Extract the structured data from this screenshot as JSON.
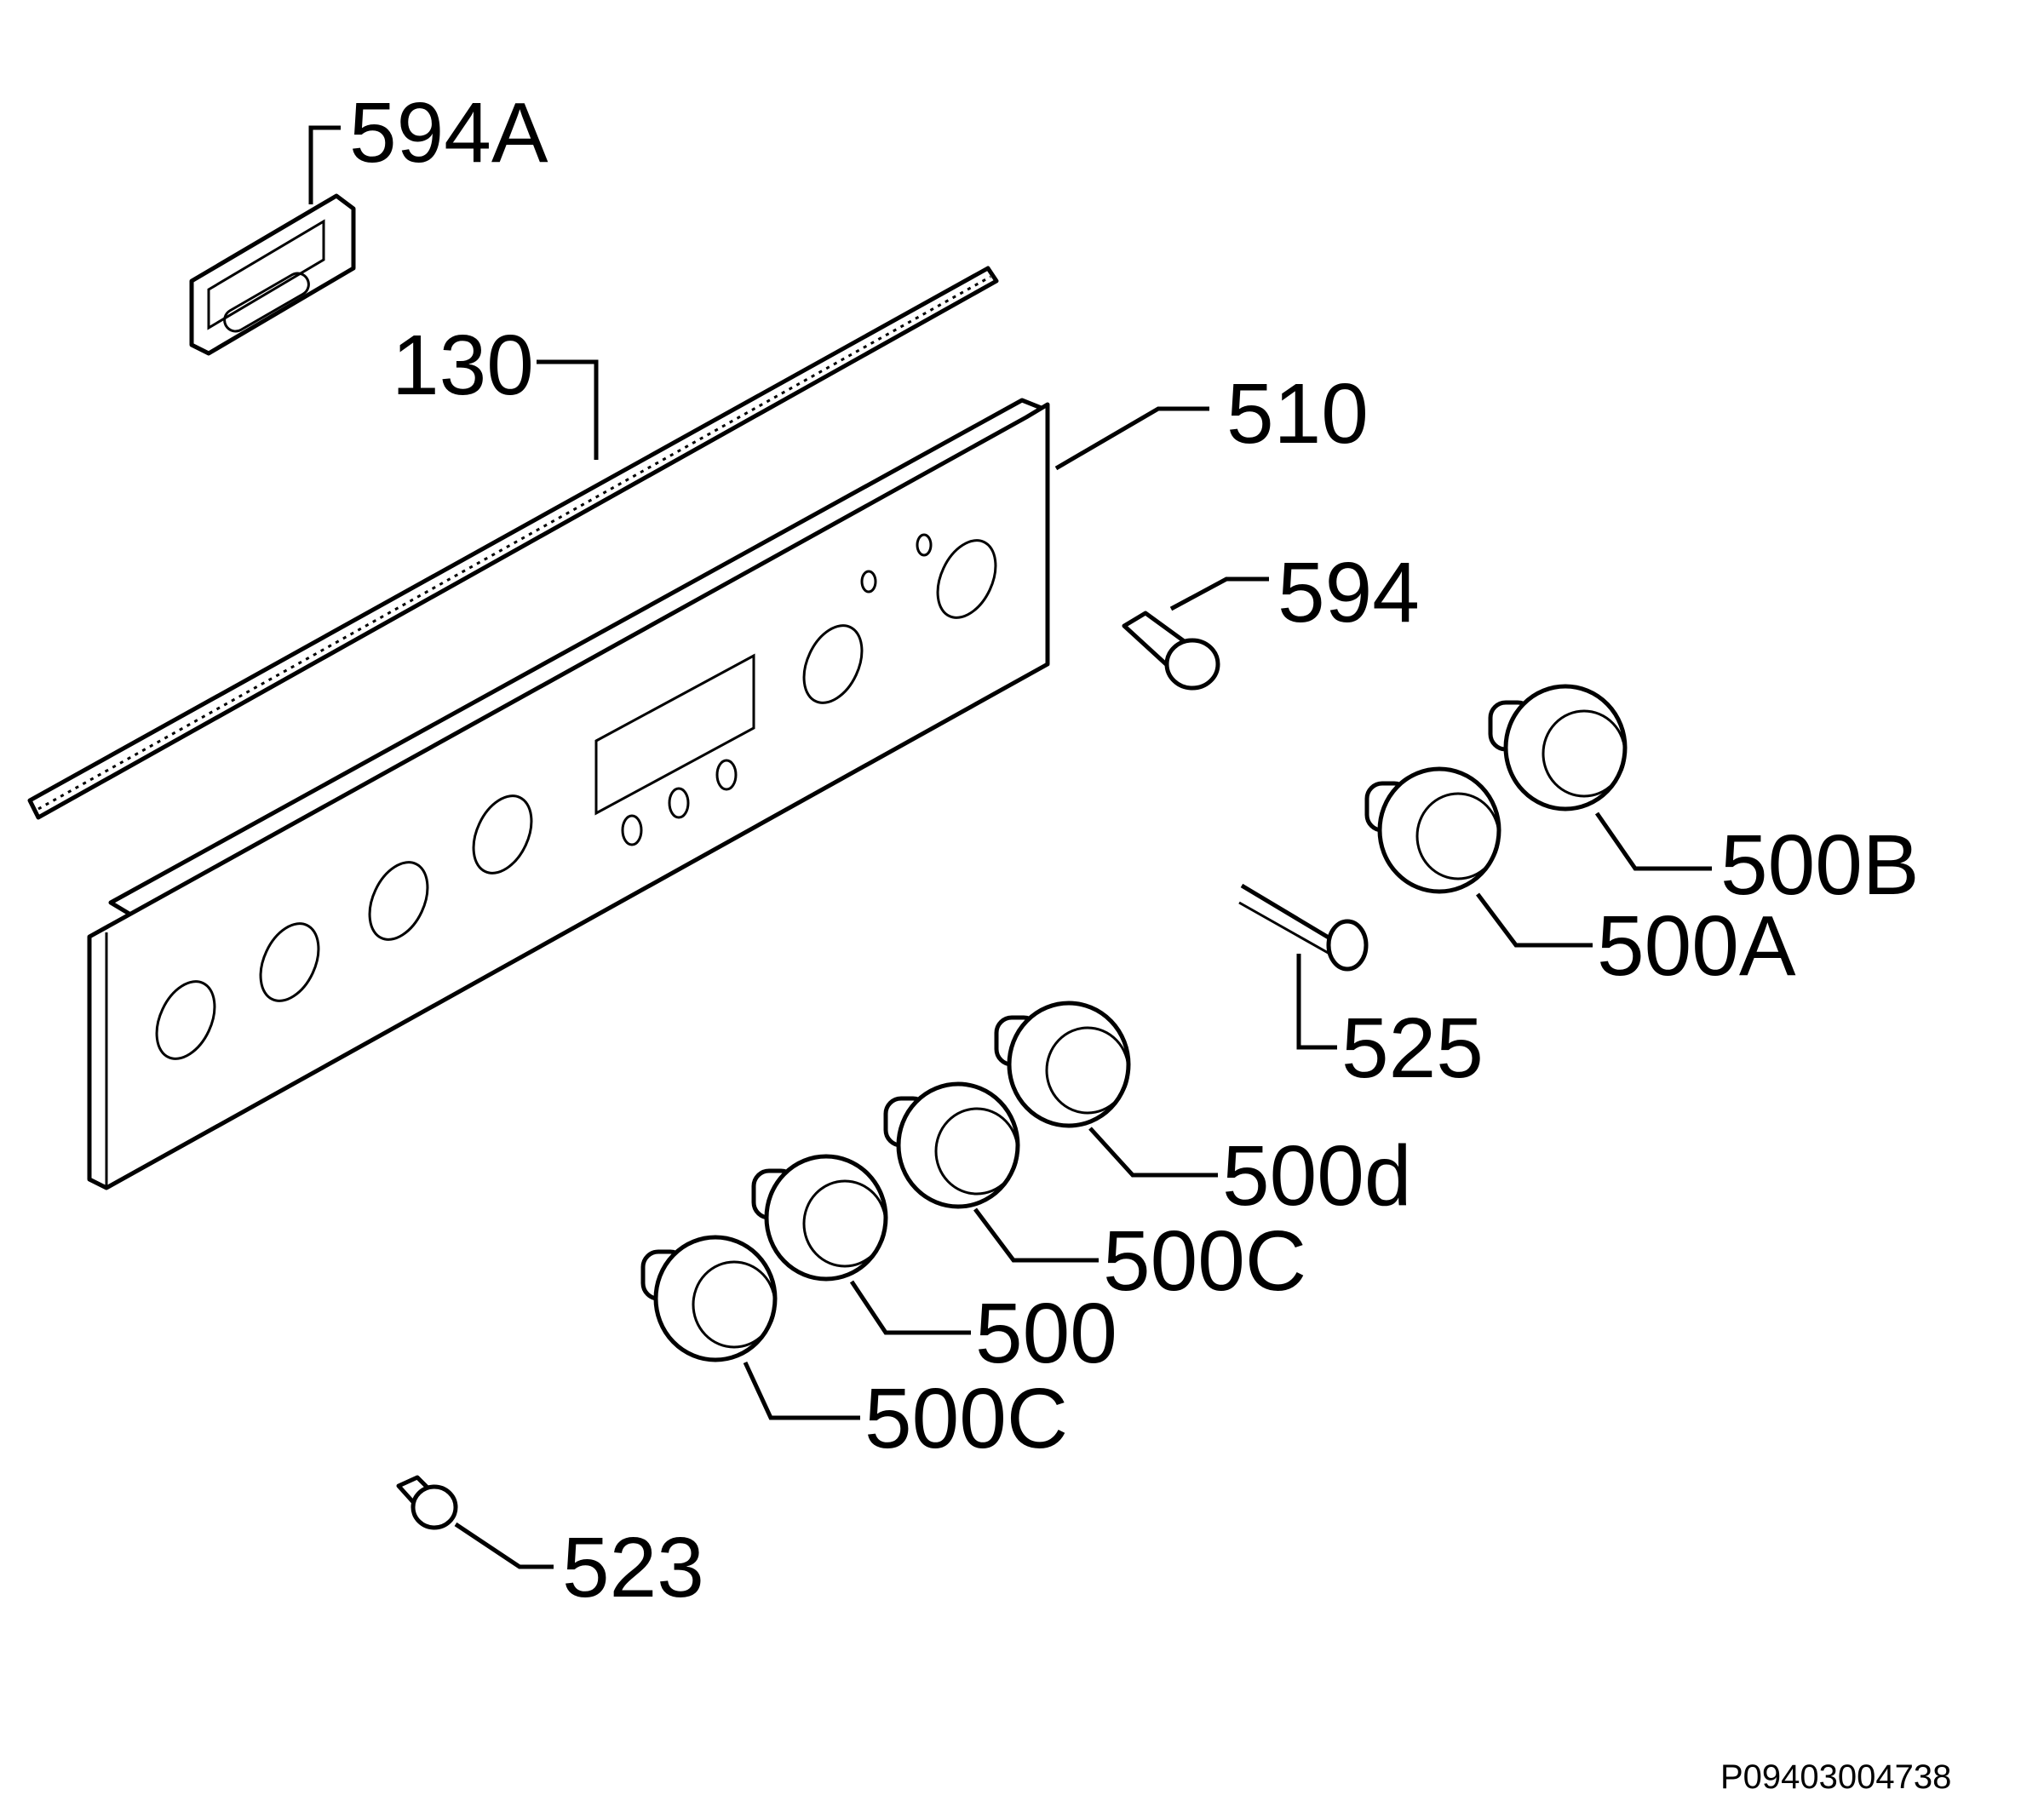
{
  "labels": {
    "p594A": "594A",
    "p130": "130",
    "p510": "510",
    "p594": "594",
    "p500B": "500B",
    "p500A": "500A",
    "p525": "525",
    "p500d": "500d",
    "p500C_upper": "500C",
    "p500": "500",
    "p500C_lower": "500C",
    "p523": "523"
  },
  "drawing_ref": "P09403004738"
}
